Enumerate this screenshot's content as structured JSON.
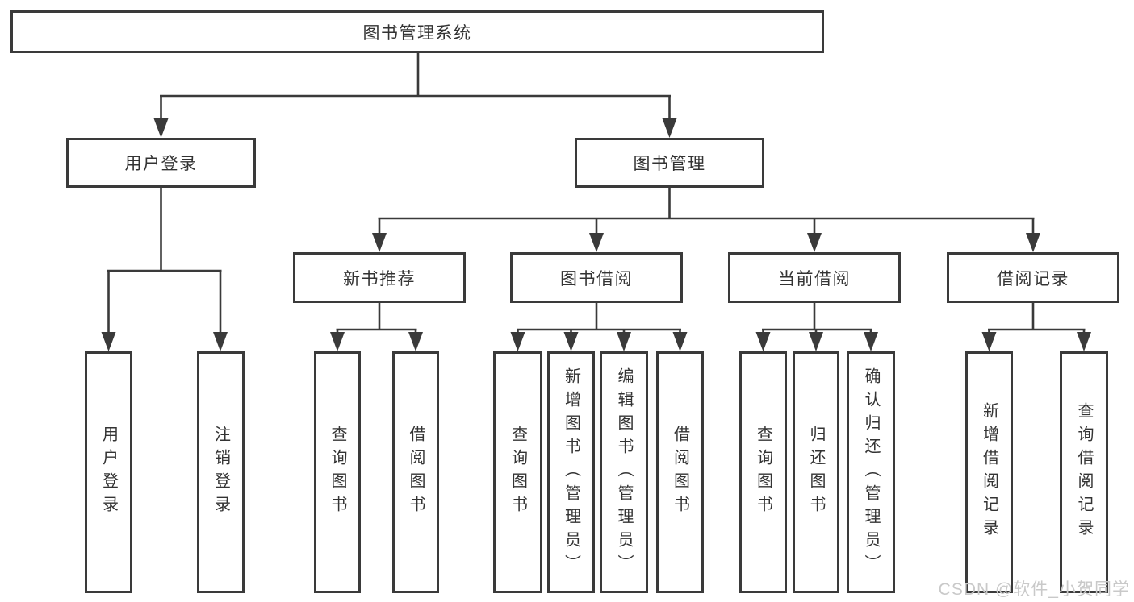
{
  "diagram_title": "图书管理系统",
  "tree": {
    "root": {
      "label": "图书管理系统",
      "children": [
        {
          "label": "用户登录",
          "children": [
            {
              "label": "用户登录"
            },
            {
              "label": "注销登录"
            }
          ]
        },
        {
          "label": "图书管理",
          "children": [
            {
              "label": "新书推荐",
              "children": [
                {
                  "label": "查询图书"
                },
                {
                  "label": "借阅图书"
                }
              ]
            },
            {
              "label": "图书借阅",
              "children": [
                {
                  "label": "查询图书"
                },
                {
                  "label": "新增图书（管理员）"
                },
                {
                  "label": "编辑图书（管理员）"
                },
                {
                  "label": "借阅图书"
                }
              ]
            },
            {
              "label": "当前借阅",
              "children": [
                {
                  "label": "查询图书"
                },
                {
                  "label": "归还图书"
                },
                {
                  "label": "确认归还（管理员）"
                }
              ]
            },
            {
              "label": "借阅记录",
              "children": [
                {
                  "label": "新增借阅记录"
                },
                {
                  "label": "查询借阅记录"
                }
              ]
            }
          ]
        }
      ]
    }
  },
  "watermark": {
    "text": "CSDN @软件_小贺同学"
  },
  "colors": {
    "line": "#3a3a3a",
    "border": "#3a3a3a",
    "text": "#333333",
    "background": "#ffffff",
    "watermark": "#c9c9c9"
  }
}
